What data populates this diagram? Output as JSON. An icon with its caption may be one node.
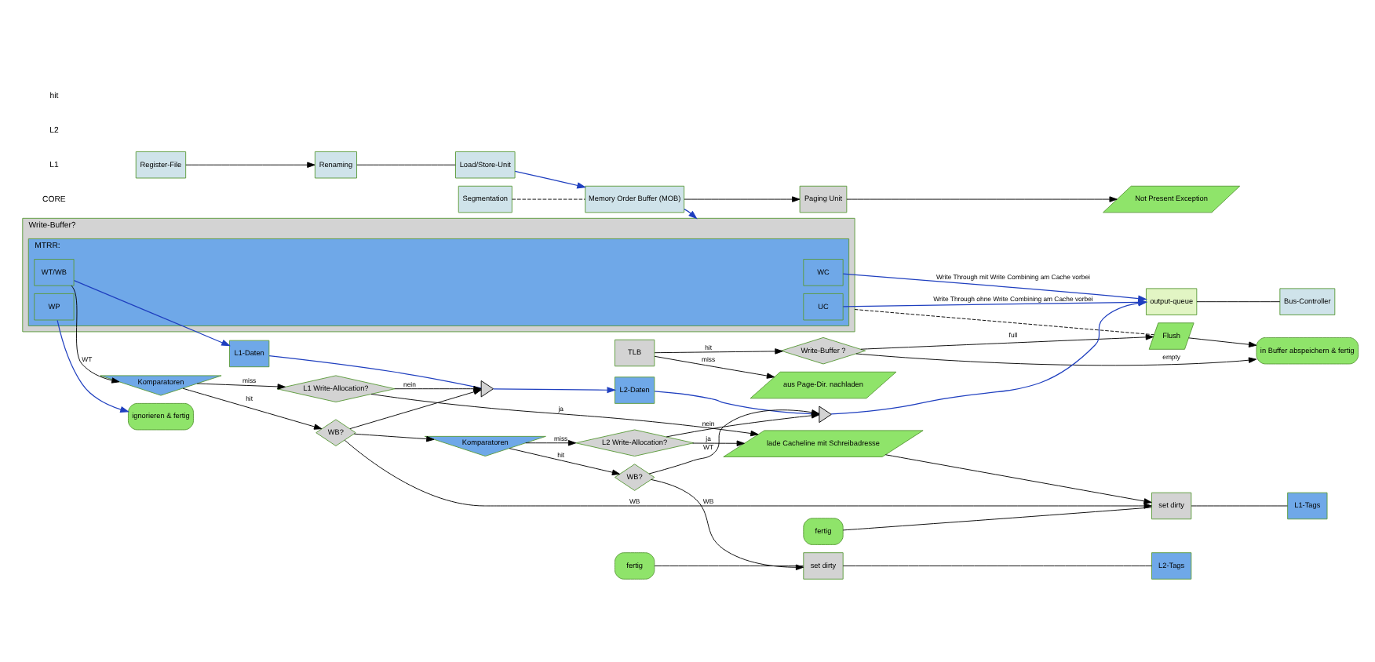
{
  "diagram": {
    "nodes": [
      {
        "text": [
          "Load/Store-Unit"
        ]
      },
      {
        "text": [
          "Segmentation"
        ]
      },
      {
        "text": [
          "Renaming"
        ]
      },
      {
        "text": [
          "Register-File"
        ]
      },
      {
        "text": [
          "Memory Order Buffer (MOB)"
        ]
      },
      {
        "text": [
          "Paging Unit"
        ]
      },
      {
        "text": [
          "TLB"
        ]
      },
      {
        "text": [
          "Write-Buffer?"
        ]
      },
      {
        "text": [
          "MTRR:"
        ],
        "in": 7
      },
      {
        "text": [
          "UC"
        ],
        "in": 8
      },
      {
        "text": [
          "WC"
        ],
        "in": 8
      },
      {
        "text": [
          "WP"
        ],
        "in": 8
      },
      {
        "text": [
          "WT/WB"
        ],
        "in": 8
      },
      {
        "text": [
          "Flush"
        ]
      },
      {
        "text": [
          "Write-Buffer ?"
        ]
      },
      {
        "text": [
          "in Buffer abspeichern & fertig"
        ]
      },
      {
        "text": [
          "Not Present Exception"
        ]
      },
      {
        "text": [
          "aus Page-Dir. nachladen"
        ]
      },
      {
        "text": [
          "ignorieren & fertig"
        ]
      },
      {
        "text": [
          "L1-Daten"
        ]
      },
      {
        "text": [
          "L1-Tags"
        ]
      },
      {
        "text": [
          "Komparatoren"
        ]
      },
      {
        "text": [
          "fertig"
        ]
      },
      {
        "text": [
          "set dirty"
        ]
      },
      {
        "text": [
          "WB?"
        ]
      },
      {
        "text": [
          "L1 Write-Allocation?"
        ]
      },
      {
        "text": [],
        "shape": "triangle"
      },
      {
        "text": [
          "lade Cacheline mit Schreibadresse"
        ]
      },
      {
        "text": [
          "L2-Daten"
        ]
      },
      {
        "text": [
          "L2-Tags"
        ]
      },
      {
        "text": [
          "Komparatoren"
        ]
      },
      {
        "text": [
          "fertig"
        ]
      },
      {
        "text": [
          "set dirty"
        ]
      },
      {
        "text": [
          "WB?"
        ]
      },
      {
        "text": [
          "L2 Write-Allocation?"
        ]
      },
      {
        "text": [],
        "shape": "triangle"
      },
      {
        "text": [
          "output-queue"
        ]
      },
      {
        "text": [
          "Bus-Controller"
        ]
      }
    ],
    "edges": [
      {
        "from": 3,
        "to": 2,
        "arrow": "to"
      },
      {
        "from": 2,
        "to": 0,
        "arrow": "none"
      },
      {
        "from": 0,
        "to": 4,
        "arrow": "to",
        "color": "#1f3fbf"
      },
      {
        "from": 1,
        "to": 4,
        "arrow": "none",
        "style": "dashed"
      },
      {
        "from": 4,
        "to": 7,
        "arrow": "to",
        "color": "#1f3fbf"
      },
      {
        "from": 4,
        "to": 5,
        "arrow": "to"
      },
      {
        "from": 7,
        "to": 13,
        "arrow": "none",
        "style": "dashed"
      },
      {
        "from": 6,
        "to": 14,
        "arrow": "to",
        "label": "hit"
      },
      {
        "from": 6,
        "to": 17,
        "arrow": "to",
        "label": "miss"
      },
      {
        "from": 5,
        "to": 16,
        "arrow": "to"
      },
      {
        "from": 14,
        "to": 13,
        "arrow": "to",
        "label": "full"
      },
      {
        "from": 14,
        "to": 15,
        "arrow": "to",
        "label": "empty"
      },
      {
        "from": 13,
        "to": 15,
        "arrow": "to"
      },
      {
        "from": 9,
        "to": 36,
        "arrow": "to",
        "color": "#1f3fbf",
        "label": "Write Through ohne Write Combining am Cache vorbei"
      },
      {
        "from": 10,
        "to": 36,
        "arrow": "to",
        "color": "#1f3fbf",
        "label": "Write Through mit Write Combining am Cache vorbei"
      },
      {
        "from": 11,
        "to": 18,
        "arrow": "to",
        "color": "#1f3fbf"
      },
      {
        "from": 12,
        "to": 19,
        "arrow": "to",
        "color": "#1f3fbf"
      },
      {
        "from": 12,
        "to": 21,
        "arrow": "to",
        "label": "WT"
      },
      {
        "from": 19,
        "to": 26,
        "arrow": "none",
        "color": "#1f3fbf"
      },
      {
        "from": 26,
        "to": 28,
        "arrow": "to",
        "color": "#1f3fbf"
      },
      {
        "from": 22,
        "to": 23,
        "arrow": "none"
      },
      {
        "from": 23,
        "to": 20,
        "arrow": "none"
      },
      {
        "from": 21,
        "to": 24,
        "arrow": "to",
        "label": "hit"
      },
      {
        "from": 21,
        "to": 25,
        "arrow": "to",
        "label": "miss"
      },
      {
        "from": 24,
        "to": 23,
        "arrow": "to",
        "label": "WB"
      },
      {
        "from": 24,
        "to": 26,
        "arrow": "to"
      },
      {
        "from": 24,
        "to": 30,
        "arrow": "to"
      },
      {
        "from": 25,
        "to": 26,
        "arrow": "to",
        "label": "nein"
      },
      {
        "from": 25,
        "to": 27,
        "arrow": "to",
        "label": "ja"
      },
      {
        "from": 27,
        "to": 23,
        "arrow": "to"
      },
      {
        "from": 28,
        "to": 35,
        "arrow": "none",
        "color": "#1f3fbf"
      },
      {
        "from": 35,
        "to": 36,
        "arrow": "to",
        "color": "#1f3fbf"
      },
      {
        "from": 31,
        "to": 32,
        "arrow": "none"
      },
      {
        "from": 32,
        "to": 29,
        "arrow": "none"
      },
      {
        "from": 30,
        "to": 33,
        "arrow": "to",
        "label": "hit"
      },
      {
        "from": 30,
        "to": 34,
        "arrow": "to",
        "label": "miss"
      },
      {
        "from": 33,
        "to": 32,
        "arrow": "to",
        "label": "WB"
      },
      {
        "from": 33,
        "to": 35,
        "arrow": "to",
        "label": "WT"
      },
      {
        "from": 34,
        "to": 35,
        "arrow": "to",
        "label": "nein"
      },
      {
        "from": 34,
        "to": 27,
        "arrow": "to",
        "label": "ja"
      },
      {
        "from": 36,
        "to": 37,
        "arrow": "none"
      }
    ],
    "labels": [
      "CORE",
      "L1",
      "L2",
      "hit"
    ]
  }
}
